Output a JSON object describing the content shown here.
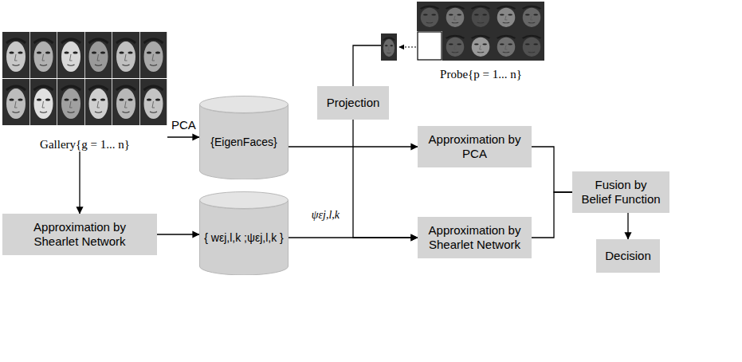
{
  "diagram": {
    "nodes": [
      {
        "text": [
          "Gallery{g = 1... n}"
        ]
      },
      {
        "text": [
          "Probe{p = 1... n}"
        ]
      },
      {
        "text": [
          "Projection"
        ]
      },
      {
        "text": [
          "{EigenFaces}"
        ]
      },
      {
        "text": [
          "Approximation by PCA"
        ]
      },
      {
        "text": [
          "Approximation by Shearlet Network"
        ]
      },
      {
        "text": [
          "{ wεj,l,k ;ψεj,l,k }"
        ]
      },
      {
        "text": [
          "Approximation by Shearlet Network"
        ]
      },
      {
        "text": [
          "Fusion by Belief Function"
        ]
      },
      {
        "text": [
          "Decision"
        ]
      }
    ],
    "edges": [
      {
        "from": 0,
        "to": 3,
        "label": "PCA",
        "arrow": "to"
      },
      {
        "from": 0,
        "to": 5,
        "arrow": "to"
      },
      {
        "from": 5,
        "to": 6,
        "arrow": "to"
      },
      {
        "from": 3,
        "to": 4,
        "arrow": "to"
      },
      {
        "from": 6,
        "to": 7,
        "label": "ψεj,l,k",
        "arrow": "to"
      },
      {
        "from": 2,
        "to": 1,
        "arrow": "none"
      },
      {
        "from": 2,
        "to": 7,
        "arrow": "to"
      },
      {
        "from": 4,
        "to": 8,
        "arrow": "none"
      },
      {
        "from": 7,
        "to": 8,
        "arrow": "none"
      },
      {
        "from": 8,
        "to": 9,
        "arrow": "to"
      }
    ]
  }
}
